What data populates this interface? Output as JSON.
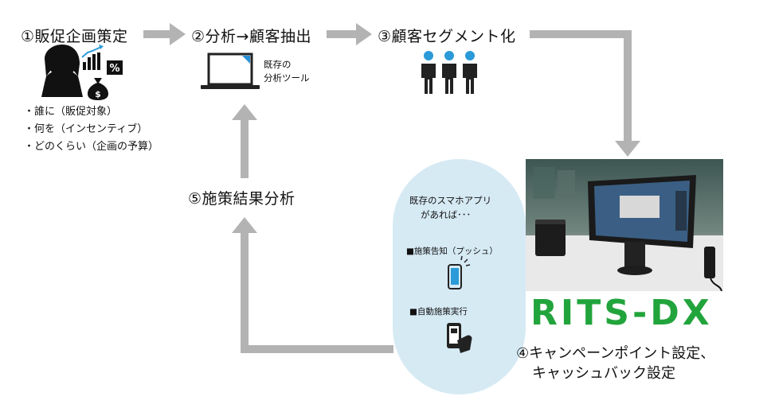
{
  "steps": {
    "s1": "①販促企画策定",
    "s2": "②分析→顧客抽出",
    "s3": "③顧客セグメント化",
    "s4_line1": "④キャンペーンポイント設定、",
    "s4_line2": "キャッシュバック設定",
    "s5": "⑤施策結果分析"
  },
  "planning_items": [
    "・誰に（販促対象）",
    "・何を（インセンティブ）",
    "・どのくらい（企画の予算）"
  ],
  "tool_label_line1": "既存の",
  "tool_label_line2": "分析ツール",
  "app_box": {
    "intro_line1": "既存のスマホアプリ",
    "intro_line2": "があれば･･･",
    "item1": "■施策告知（プッシュ）",
    "item2": "■自動施策実行"
  },
  "brand": "RITS-DX",
  "colors": {
    "arrow": "#b3b3b3",
    "app_oval": "#d6eaf4",
    "brand_green": "#22a43c",
    "laptop_accent": "#2b8fd6",
    "people_blue": "#2b9ad8"
  },
  "icons": [
    "person-icon",
    "chart-icon",
    "percent-icon",
    "money-bag-icon",
    "laptop-icon",
    "people-group-icon",
    "smartphone-push-icon",
    "smartphone-tap-icon"
  ]
}
